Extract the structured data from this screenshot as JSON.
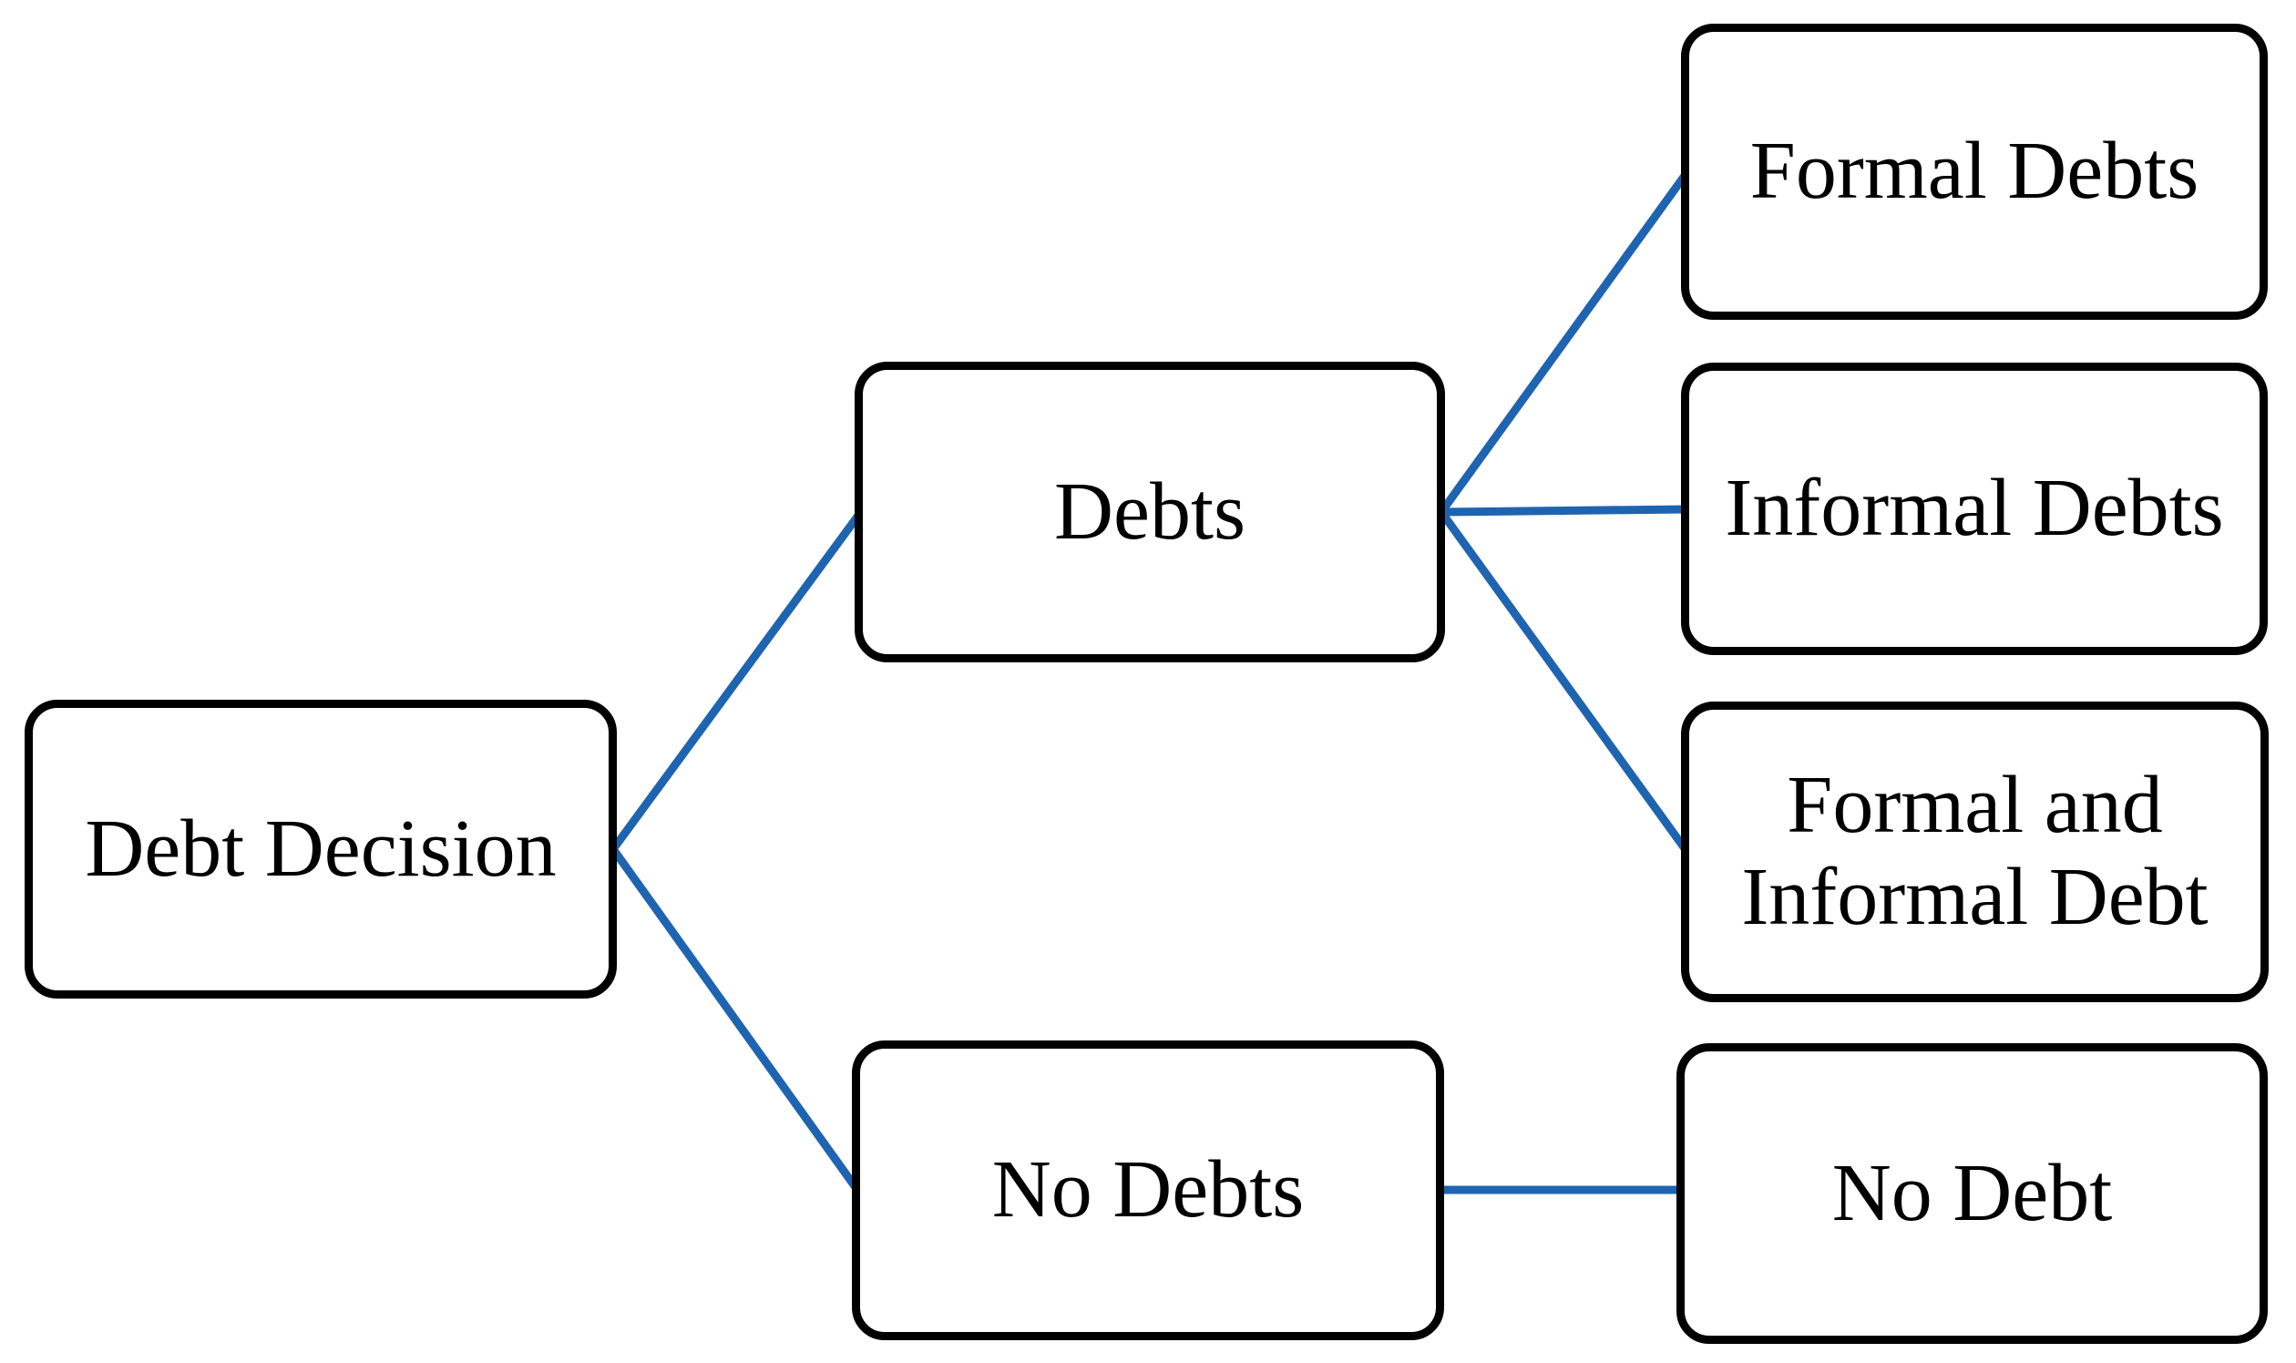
{
  "diagram": {
    "type": "decision-tree",
    "colors": {
      "background": "#ffffff",
      "box_border": "#000000",
      "box_fill": "#ffffff",
      "text": "#000000",
      "connector": "#1E64B0"
    },
    "nodes": [
      {
        "id": "debt-decision",
        "label": "Debt Decision"
      },
      {
        "id": "debts",
        "label": "Debts"
      },
      {
        "id": "no-debts",
        "label": "No Debts"
      },
      {
        "id": "formal-debts",
        "label": "Formal Debts"
      },
      {
        "id": "informal-debts",
        "label": "Informal Debts"
      },
      {
        "id": "formal-informal-debt",
        "label": "Formal and Informal Debt"
      },
      {
        "id": "no-debt",
        "label": "No Debt"
      }
    ],
    "edges": [
      {
        "from": "debt-decision",
        "to": "debts"
      },
      {
        "from": "debt-decision",
        "to": "no-debts"
      },
      {
        "from": "debts",
        "to": "formal-debts"
      },
      {
        "from": "debts",
        "to": "informal-debts"
      },
      {
        "from": "debts",
        "to": "formal-informal-debt"
      },
      {
        "from": "no-debts",
        "to": "no-debt"
      }
    ]
  }
}
